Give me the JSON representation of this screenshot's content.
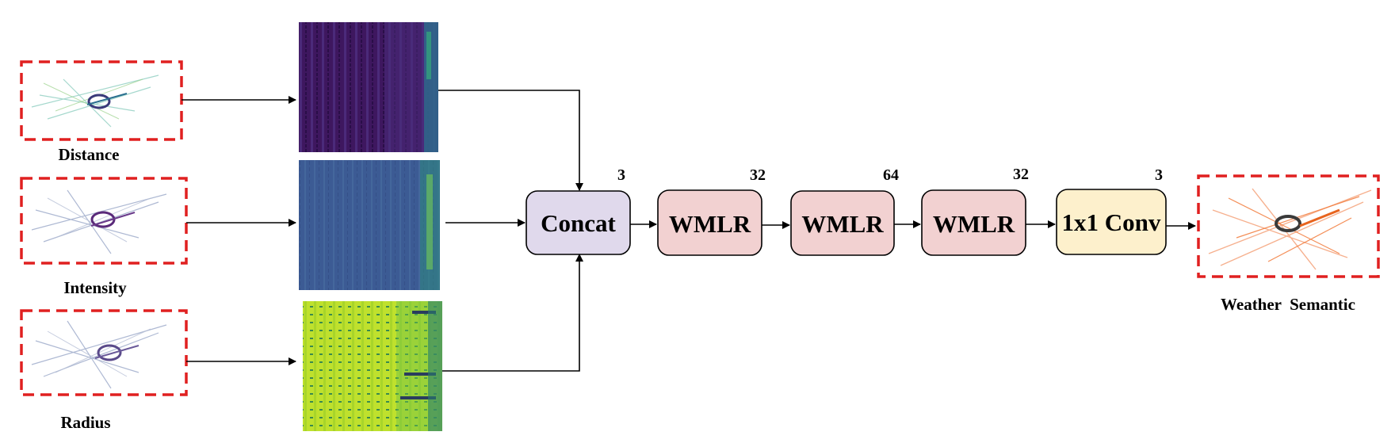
{
  "inputs": [
    {
      "label": "Distance"
    },
    {
      "label": "Intensity"
    },
    {
      "label": "Radius"
    }
  ],
  "feature_maps": [
    {
      "name": "distance-map",
      "colors": [
        "#3b1358",
        "#482474",
        "#2e6f8e"
      ]
    },
    {
      "name": "intensity-map",
      "colors": [
        "#3b5a93",
        "#3f6f9a",
        "#5bb77a"
      ]
    },
    {
      "name": "radius-map",
      "colors": [
        "#b8df2a",
        "#c7e72a",
        "#2b7f6e"
      ]
    }
  ],
  "blocks": [
    {
      "label": "Concat",
      "channels": "3",
      "fill": "#e0d9ec"
    },
    {
      "label": "WMLR",
      "channels": "32",
      "fill": "#f2d1d1"
    },
    {
      "label": "WMLR",
      "channels": "64",
      "fill": "#f2d1d1"
    },
    {
      "label": "WMLR",
      "channels": "32",
      "fill": "#f2d1d1"
    },
    {
      "label": "1x1 Conv",
      "channels": "3",
      "fill": "#fdf0cc"
    }
  ],
  "output": {
    "label": "Weather  Semantic"
  },
  "colors": {
    "dashed_border": "#e02020",
    "arrow": "#000000",
    "output_points": "#f27a3a"
  }
}
